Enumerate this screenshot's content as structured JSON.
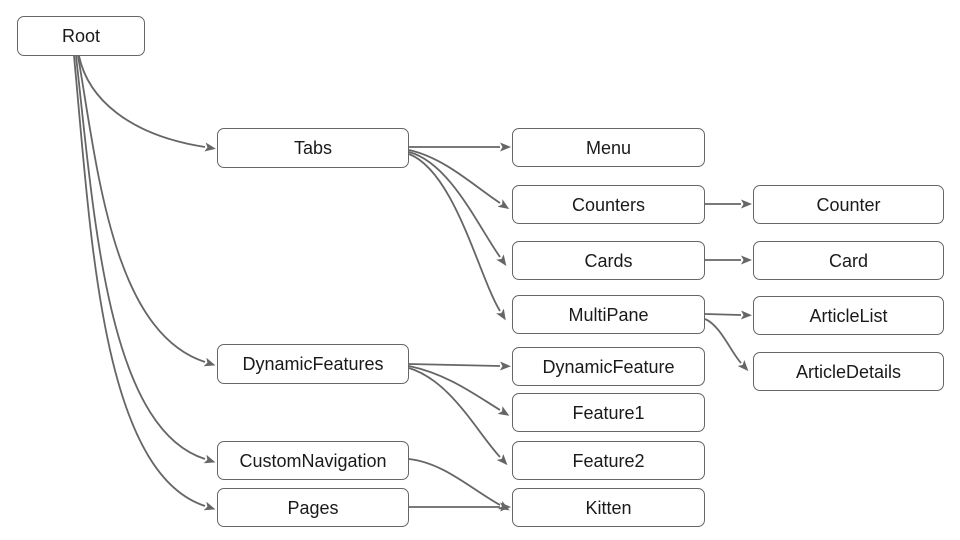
{
  "diagram": {
    "type": "navigation-tree",
    "colors": {
      "background": "#ffffff",
      "stroke": "#666666",
      "text": "#1a1a1a",
      "node_fill": "#ffffff"
    },
    "nodes": [
      {
        "id": "root",
        "label": "Root"
      },
      {
        "id": "tabs",
        "label": "Tabs"
      },
      {
        "id": "menu",
        "label": "Menu"
      },
      {
        "id": "counters",
        "label": "Counters"
      },
      {
        "id": "counter",
        "label": "Counter"
      },
      {
        "id": "cards",
        "label": "Cards"
      },
      {
        "id": "card",
        "label": "Card"
      },
      {
        "id": "multipane",
        "label": "MultiPane"
      },
      {
        "id": "articlelist",
        "label": "ArticleList"
      },
      {
        "id": "articledetails",
        "label": "ArticleDetails"
      },
      {
        "id": "dynamicfeatures",
        "label": "DynamicFeatures"
      },
      {
        "id": "dynamicfeature",
        "label": "DynamicFeature"
      },
      {
        "id": "feature1",
        "label": "Feature1"
      },
      {
        "id": "feature2",
        "label": "Feature2"
      },
      {
        "id": "customnavigation",
        "label": "CustomNavigation"
      },
      {
        "id": "pages",
        "label": "Pages"
      },
      {
        "id": "kitten",
        "label": "Kitten"
      }
    ],
    "edges": [
      {
        "from": "root",
        "to": "tabs"
      },
      {
        "from": "root",
        "to": "dynamicfeatures"
      },
      {
        "from": "root",
        "to": "customnavigation"
      },
      {
        "from": "root",
        "to": "pages"
      },
      {
        "from": "tabs",
        "to": "menu"
      },
      {
        "from": "tabs",
        "to": "counters"
      },
      {
        "from": "tabs",
        "to": "cards"
      },
      {
        "from": "tabs",
        "to": "multipane"
      },
      {
        "from": "counters",
        "to": "counter"
      },
      {
        "from": "cards",
        "to": "card"
      },
      {
        "from": "multipane",
        "to": "articlelist"
      },
      {
        "from": "multipane",
        "to": "articledetails"
      },
      {
        "from": "dynamicfeatures",
        "to": "dynamicfeature"
      },
      {
        "from": "dynamicfeatures",
        "to": "feature1"
      },
      {
        "from": "dynamicfeatures",
        "to": "feature2"
      },
      {
        "from": "customnavigation",
        "to": "kitten"
      },
      {
        "from": "pages",
        "to": "kitten"
      }
    ]
  }
}
